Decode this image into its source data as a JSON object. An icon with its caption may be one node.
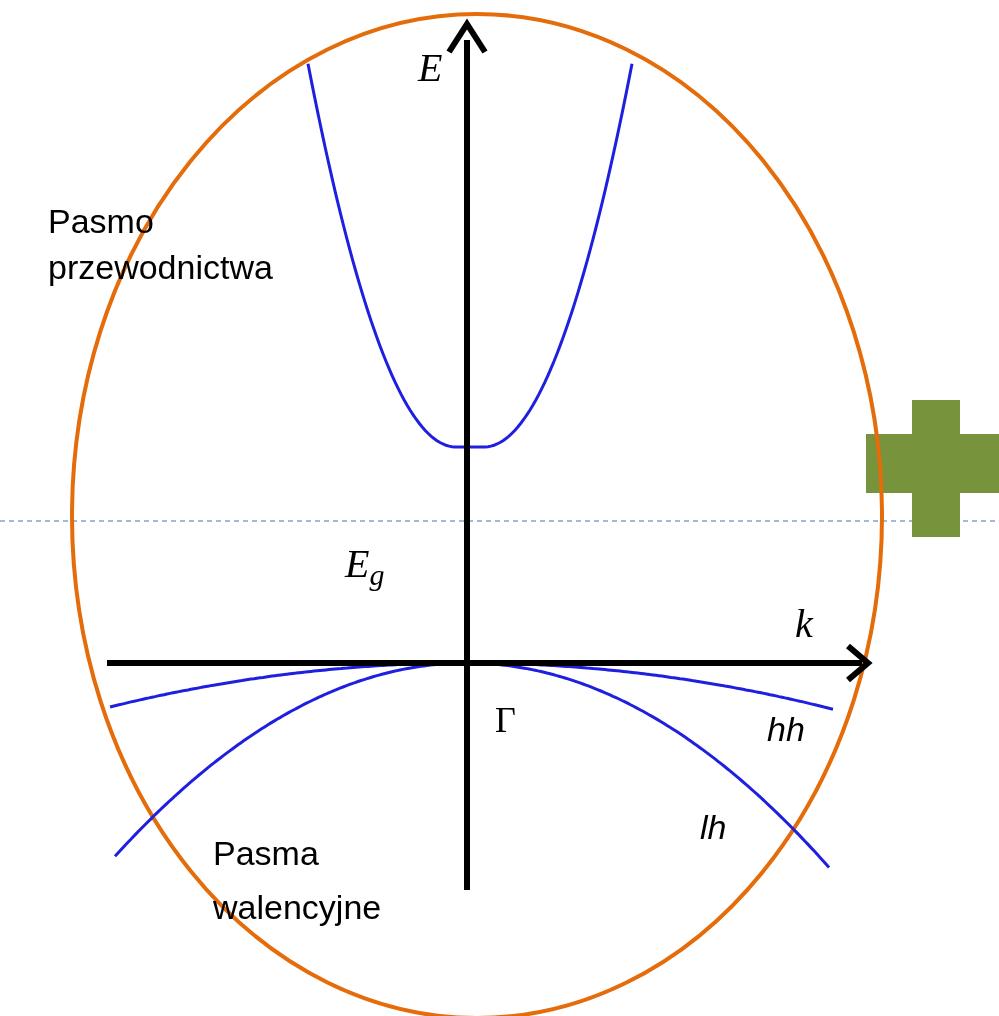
{
  "diagram": {
    "labels": [
      "Pasmo przewodnictwa",
      "E",
      "E$_{g}$",
      "k",
      "Γ",
      "hh",
      "lh",
      "Pasma walencyjne"
    ]
  }
}
